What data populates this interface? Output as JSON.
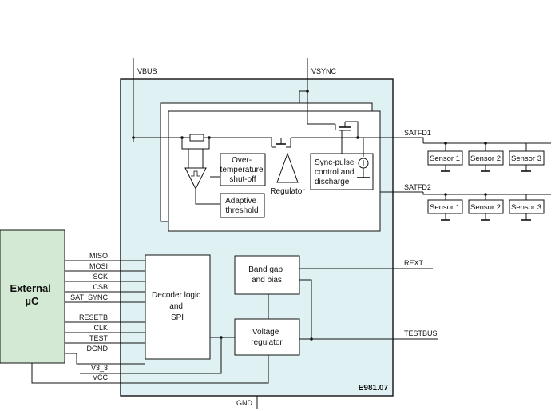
{
  "chip_label": "E981.07",
  "pins_top": {
    "vbus": "VBUS",
    "vsync": "VSYNC"
  },
  "pin_bottom": {
    "gnd": "GND"
  },
  "external_uc": {
    "line1": "External",
    "line2": "µC"
  },
  "signals_left": [
    "MISO",
    "MOSI",
    "SCK",
    "CSB",
    "SAT_SYNC",
    "RESETB",
    "CLK",
    "TEST",
    "DGND",
    "V3_3",
    "VCC"
  ],
  "blocks": {
    "over_temp": [
      "Over-",
      "temperature",
      "shut-off"
    ],
    "adaptive": [
      "Adaptive",
      "threshold"
    ],
    "regulator": "Regulator",
    "sync_pulse": [
      "Sync-pulse",
      "control and",
      "discharge"
    ],
    "decoder": [
      "Decoder logic",
      "and",
      "SPI"
    ],
    "band_gap": [
      "Band gap",
      "and bias"
    ],
    "voltage_reg": [
      "Voltage",
      "regulator"
    ]
  },
  "signals_right": {
    "satfd1": "SATFD1",
    "satfd2": "SATFD2",
    "rext": "REXT",
    "testbus": "TESTBUS"
  },
  "sensors_row1": [
    "Sensor 1",
    "Sensor 2",
    "Sensor 3"
  ],
  "sensors_row2": [
    "Sensor 1",
    "Sensor 2",
    "Sensor 3"
  ],
  "colors": {
    "chip_fill": "#dff1f3",
    "uc_fill": "#d4e9d4",
    "line": "#111111"
  }
}
